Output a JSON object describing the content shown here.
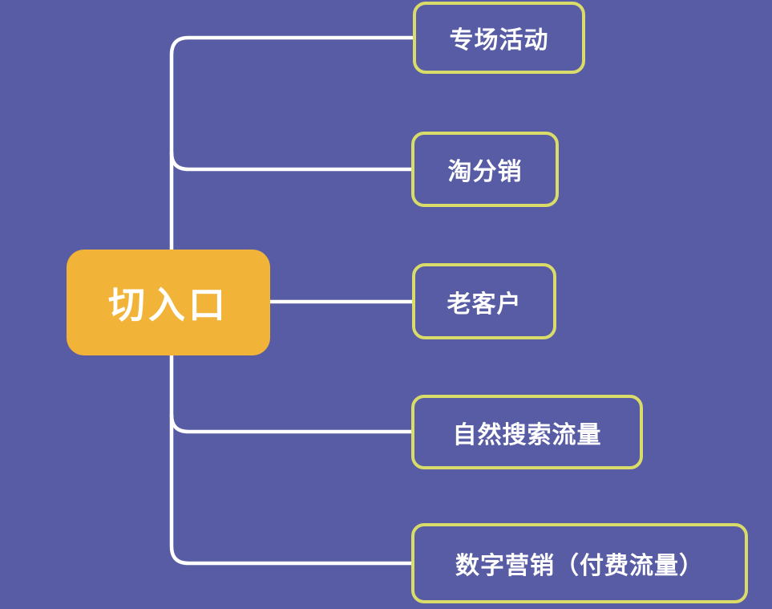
{
  "root": {
    "label": "切入口"
  },
  "branches": [
    {
      "label": "专场活动"
    },
    {
      "label": "淘分销"
    },
    {
      "label": "老客户"
    },
    {
      "label": "自然搜索流量"
    },
    {
      "label": "数字营销（付费流量）"
    }
  ],
  "colors": {
    "background": "#575CA4",
    "root_fill": "#F2B438",
    "branch_border": "#D9DC68",
    "connector": "#FFFFFF",
    "text": "#FFFFFF"
  }
}
